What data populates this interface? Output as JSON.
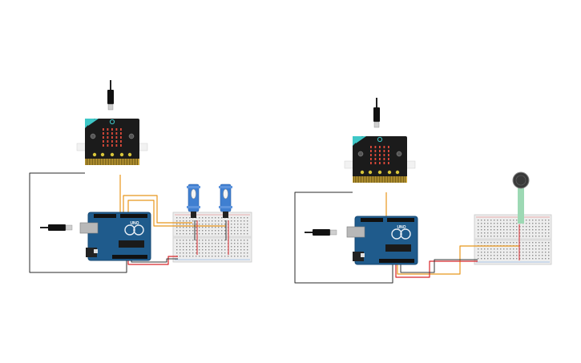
{
  "colors": {
    "background": "#ffffff",
    "arduino_board": "#1f5b8c",
    "arduino_edge": "#174a73",
    "microbit_board": "#1b1b1b",
    "microbit_accent": "#3ec7c7",
    "breadboard": "#ededed",
    "wire_black": "#2a2a2a",
    "wire_orange": "#e8961c",
    "wire_red": "#d8262a",
    "servo_body": "#3f7fd1",
    "sensor_green": "#9dd9b4"
  },
  "circuits": [
    {
      "name": "",
      "components": [
        "microbit",
        "usb-cable",
        "arduino-uno",
        "breadboard",
        "servo",
        "servo"
      ],
      "arduino": {
        "model_text": "UNO"
      }
    },
    {
      "name": "",
      "components": [
        "microbit",
        "usb-cable",
        "arduino-uno",
        "breadboard",
        "force-sensor"
      ],
      "arduino": {
        "model_text": "UNO"
      }
    }
  ]
}
